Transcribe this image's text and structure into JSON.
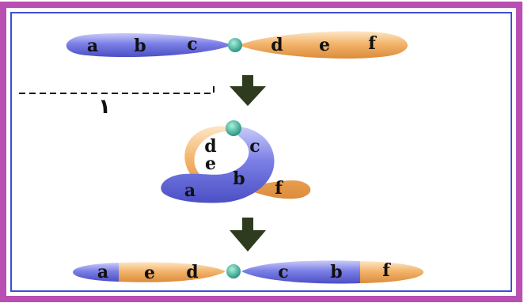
{
  "colors": {
    "outer_border": "#b94fb2",
    "inner_border": "#3d4ed6",
    "blue_arm": "#7b7fe6",
    "orange_arm": "#f3b56c",
    "centromere": "#3fb8a0",
    "arrow": "#2f3b1f"
  },
  "chromosome_top": {
    "blue_labels": [
      "a",
      "b",
      "c"
    ],
    "orange_labels": [
      "d",
      "e",
      "f"
    ]
  },
  "loop": {
    "labels": [
      "d",
      "c",
      "e",
      "b",
      "a",
      "f"
    ]
  },
  "chromosome_bottom": {
    "left_labels": [
      "a",
      "e",
      "d"
    ],
    "right_labels": [
      "c",
      "b",
      "f"
    ]
  },
  "annotation": {
    "number": "١"
  }
}
